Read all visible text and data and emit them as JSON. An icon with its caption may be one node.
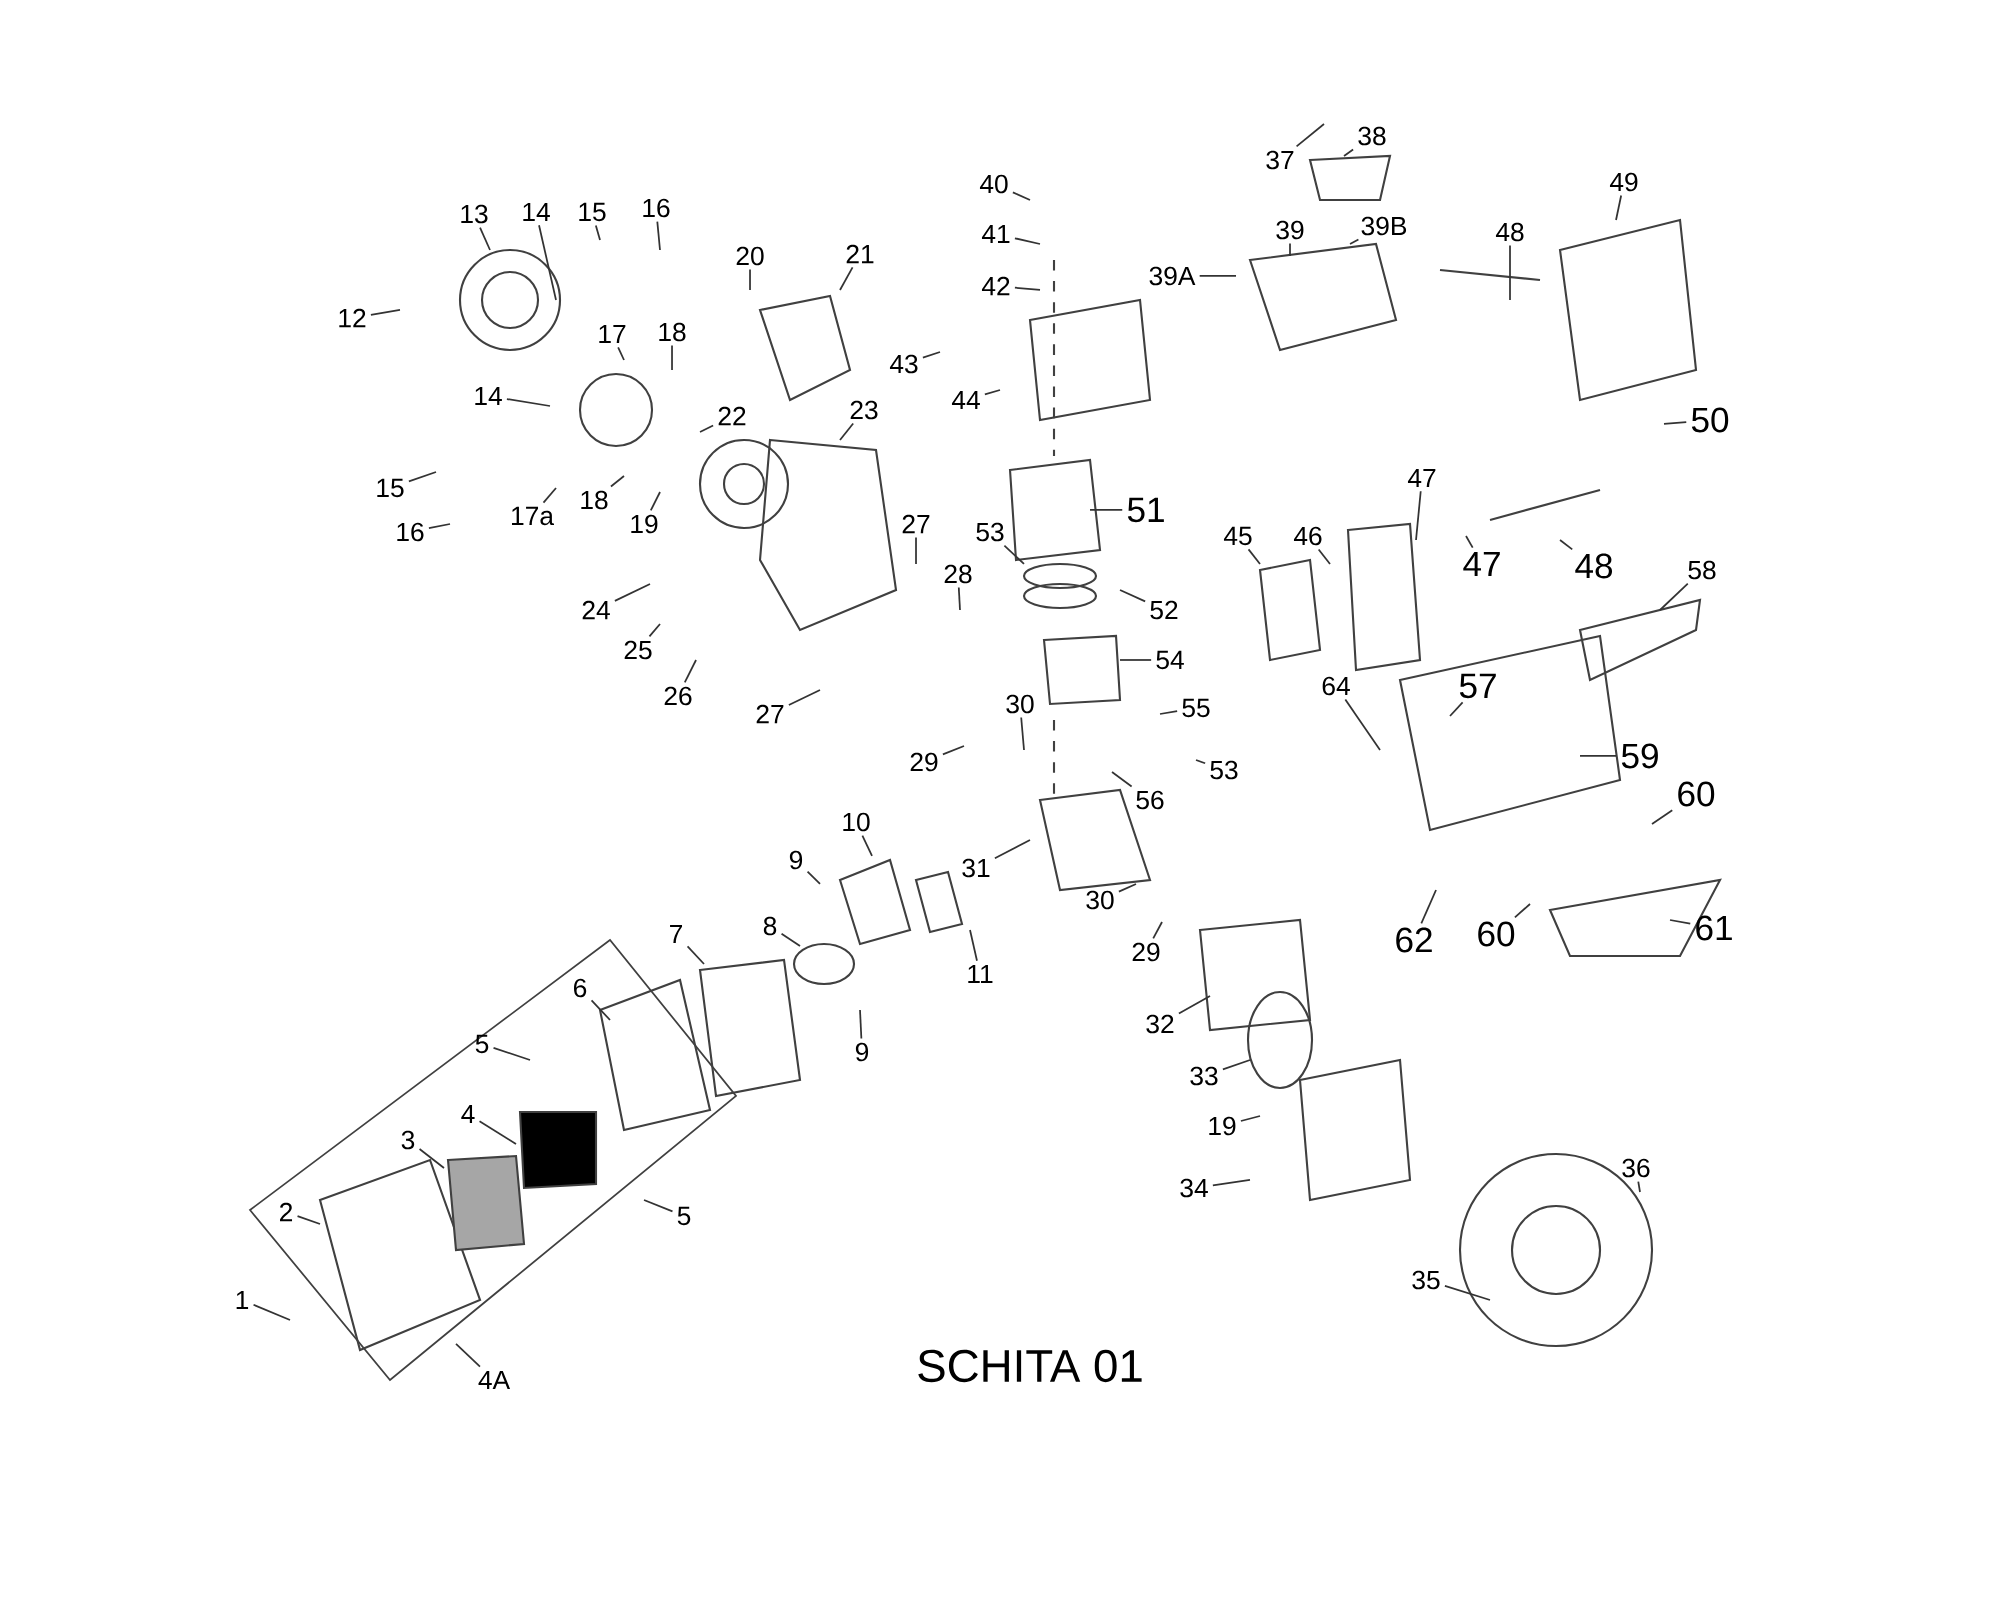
{
  "diagram": {
    "caption": "SCHITA 01",
    "nodes": [
      {
        "text": [
          "1"
        ]
      },
      {
        "text": [
          "2"
        ]
      },
      {
        "text": [
          "3"
        ]
      },
      {
        "text": [
          "4"
        ]
      },
      {
        "text": [
          "4A"
        ]
      },
      {
        "text": [
          "5"
        ]
      },
      {
        "text": [
          "5"
        ]
      },
      {
        "text": [
          "6"
        ]
      },
      {
        "text": [
          "7"
        ]
      },
      {
        "text": [
          "8"
        ]
      },
      {
        "text": [
          "9"
        ]
      },
      {
        "text": [
          "9"
        ]
      },
      {
        "text": [
          "10"
        ]
      },
      {
        "text": [
          "11"
        ]
      },
      {
        "text": [
          "12"
        ]
      },
      {
        "text": [
          "13"
        ]
      },
      {
        "text": [
          "14"
        ]
      },
      {
        "text": [
          "14"
        ]
      },
      {
        "text": [
          "15"
        ]
      },
      {
        "text": [
          "15"
        ]
      },
      {
        "text": [
          "16"
        ]
      },
      {
        "text": [
          "16"
        ]
      },
      {
        "text": [
          "17"
        ]
      },
      {
        "text": [
          "17a"
        ]
      },
      {
        "text": [
          "18"
        ]
      },
      {
        "text": [
          "18"
        ]
      },
      {
        "text": [
          "19"
        ]
      },
      {
        "text": [
          "19"
        ]
      },
      {
        "text": [
          "20"
        ]
      },
      {
        "text": [
          "21"
        ]
      },
      {
        "text": [
          "22"
        ]
      },
      {
        "text": [
          "23"
        ]
      },
      {
        "text": [
          "24"
        ]
      },
      {
        "text": [
          "25"
        ]
      },
      {
        "text": [
          "26"
        ]
      },
      {
        "text": [
          "27"
        ]
      },
      {
        "text": [
          "27"
        ]
      },
      {
        "text": [
          "28"
        ]
      },
      {
        "text": [
          "29"
        ]
      },
      {
        "text": [
          "29"
        ]
      },
      {
        "text": [
          "30"
        ]
      },
      {
        "text": [
          "30"
        ]
      },
      {
        "text": [
          "31"
        ]
      },
      {
        "text": [
          "32"
        ]
      },
      {
        "text": [
          "33"
        ]
      },
      {
        "text": [
          "34"
        ]
      },
      {
        "text": [
          "35"
        ]
      },
      {
        "text": [
          "36"
        ]
      },
      {
        "text": [
          "37"
        ]
      },
      {
        "text": [
          "38"
        ]
      },
      {
        "text": [
          "39"
        ]
      },
      {
        "text": [
          "39A"
        ]
      },
      {
        "text": [
          "39B"
        ]
      },
      {
        "text": [
          "40"
        ]
      },
      {
        "text": [
          "41"
        ]
      },
      {
        "text": [
          "42"
        ]
      },
      {
        "text": [
          "43"
        ]
      },
      {
        "text": [
          "44"
        ]
      },
      {
        "text": [
          "45"
        ]
      },
      {
        "text": [
          "46"
        ]
      },
      {
        "text": [
          "47"
        ]
      },
      {
        "text": [
          "48"
        ]
      },
      {
        "text": [
          "49"
        ]
      },
      {
        "text": [
          "47"
        ]
      },
      {
        "text": [
          "48"
        ]
      },
      {
        "text": [
          "50"
        ]
      },
      {
        "text": [
          "51"
        ]
      },
      {
        "text": [
          "52"
        ]
      },
      {
        "text": [
          "53"
        ]
      },
      {
        "text": [
          "54"
        ]
      },
      {
        "text": [
          "55"
        ]
      },
      {
        "text": [
          "53"
        ]
      },
      {
        "text": [
          "56"
        ]
      },
      {
        "text": [
          "57"
        ]
      },
      {
        "text": [
          "58"
        ]
      },
      {
        "text": [
          "59"
        ]
      },
      {
        "text": [
          "60"
        ]
      },
      {
        "text": [
          "64"
        ]
      },
      {
        "text": [
          "60"
        ]
      },
      {
        "text": [
          "61"
        ]
      },
      {
        "text": [
          "62"
        ]
      }
    ],
    "edges": [
      {
        "from": 0,
        "to": null,
        "arrow": "none"
      },
      {
        "from": 1,
        "to": null,
        "arrow": "none"
      },
      {
        "from": 2,
        "to": null,
        "arrow": "none"
      },
      {
        "from": 3,
        "to": null,
        "arrow": "none"
      },
      {
        "from": 4,
        "to": null,
        "arrow": "none"
      },
      {
        "from": 5,
        "to": null,
        "arrow": "none"
      },
      {
        "from": 6,
        "to": null,
        "arrow": "none"
      },
      {
        "from": 7,
        "to": null,
        "arrow": "none"
      },
      {
        "from": 8,
        "to": null,
        "arrow": "none"
      },
      {
        "from": 9,
        "to": null,
        "arrow": "none"
      },
      {
        "from": 10,
        "to": null,
        "arrow": "none"
      },
      {
        "from": 11,
        "to": null,
        "arrow": "none"
      },
      {
        "from": 12,
        "to": null,
        "arrow": "none"
      },
      {
        "from": 13,
        "to": null,
        "arrow": "none"
      },
      {
        "from": 14,
        "to": null,
        "arrow": "none"
      },
      {
        "from": 15,
        "to": null,
        "arrow": "none"
      },
      {
        "from": 16,
        "to": null,
        "arrow": "none"
      },
      {
        "from": 17,
        "to": null,
        "arrow": "none"
      },
      {
        "from": 18,
        "to": null,
        "arrow": "none"
      },
      {
        "from": 19,
        "to": null,
        "arrow": "none"
      },
      {
        "from": 20,
        "to": null,
        "arrow": "none"
      },
      {
        "from": 21,
        "to": null,
        "arrow": "none"
      },
      {
        "from": 22,
        "to": null,
        "arrow": "none"
      },
      {
        "from": 23,
        "to": null,
        "arrow": "none"
      },
      {
        "from": 24,
        "to": null,
        "arrow": "none"
      },
      {
        "from": 25,
        "to": null,
        "arrow": "none"
      },
      {
        "from": 26,
        "to": null,
        "arrow": "none"
      },
      {
        "from": 27,
        "to": null,
        "arrow": "none"
      },
      {
        "from": 28,
        "to": null,
        "arrow": "none"
      },
      {
        "from": 29,
        "to": null,
        "arrow": "none"
      },
      {
        "from": 30,
        "to": null,
        "arrow": "none"
      },
      {
        "from": 31,
        "to": null,
        "arrow": "none"
      },
      {
        "from": 32,
        "to": null,
        "arrow": "none"
      },
      {
        "from": 33,
        "to": null,
        "arrow": "none"
      },
      {
        "from": 34,
        "to": null,
        "arrow": "none"
      },
      {
        "from": 35,
        "to": null,
        "arrow": "none"
      },
      {
        "from": 36,
        "to": null,
        "arrow": "none"
      },
      {
        "from": 37,
        "to": null,
        "arrow": "none"
      },
      {
        "from": 38,
        "to": null,
        "arrow": "none"
      },
      {
        "from": 39,
        "to": null,
        "arrow": "none"
      },
      {
        "from": 40,
        "to": null,
        "arrow": "none"
      },
      {
        "from": 41,
        "to": null,
        "arrow": "none"
      },
      {
        "from": 42,
        "to": null,
        "arrow": "none"
      },
      {
        "from": 43,
        "to": null,
        "arrow": "none"
      },
      {
        "from": 44,
        "to": null,
        "arrow": "none"
      },
      {
        "from": 45,
        "to": null,
        "arrow": "none"
      },
      {
        "from": 46,
        "to": null,
        "arrow": "none"
      },
      {
        "from": 47,
        "to": null,
        "arrow": "none"
      },
      {
        "from": 48,
        "to": null,
        "arrow": "none"
      },
      {
        "from": 49,
        "to": null,
        "arrow": "none"
      },
      {
        "from": 50,
        "to": null,
        "arrow": "none"
      },
      {
        "from": 51,
        "to": null,
        "arrow": "none"
      },
      {
        "from": 52,
        "to": null,
        "arrow": "none"
      },
      {
        "from": 53,
        "to": null,
        "arrow": "none"
      },
      {
        "from": 54,
        "to": null,
        "arrow": "none"
      },
      {
        "from": 55,
        "to": null,
        "arrow": "none"
      },
      {
        "from": 56,
        "to": null,
        "arrow": "none"
      },
      {
        "from": 57,
        "to": null,
        "arrow": "none"
      },
      {
        "from": 58,
        "to": null,
        "arrow": "none"
      },
      {
        "from": 59,
        "to": null,
        "arrow": "none"
      },
      {
        "from": 60,
        "to": null,
        "arrow": "none"
      },
      {
        "from": 61,
        "to": null,
        "arrow": "none"
      },
      {
        "from": 62,
        "to": null,
        "arrow": "none"
      },
      {
        "from": 63,
        "to": null,
        "arrow": "none"
      },
      {
        "from": 64,
        "to": null,
        "arrow": "none"
      },
      {
        "from": 65,
        "to": null,
        "arrow": "none"
      },
      {
        "from": 66,
        "to": null,
        "arrow": "none"
      },
      {
        "from": 67,
        "to": null,
        "arrow": "none"
      },
      {
        "from": 68,
        "to": null,
        "arrow": "none"
      },
      {
        "from": 69,
        "to": null,
        "arrow": "none"
      },
      {
        "from": 70,
        "to": null,
        "arrow": "none"
      },
      {
        "from": 71,
        "to": null,
        "arrow": "none"
      },
      {
        "from": 72,
        "to": null,
        "arrow": "none"
      },
      {
        "from": 73,
        "to": null,
        "arrow": "none"
      },
      {
        "from": 74,
        "to": null,
        "arrow": "none"
      },
      {
        "from": 75,
        "to": null,
        "arrow": "none"
      },
      {
        "from": 76,
        "to": null,
        "arrow": "none"
      },
      {
        "from": 77,
        "to": null,
        "arrow": "none"
      },
      {
        "from": 78,
        "to": null,
        "arrow": "none"
      },
      {
        "from": 79,
        "to": null,
        "arrow": "none"
      },
      {
        "from": 80,
        "to": null,
        "arrow": "none"
      }
    ]
  }
}
